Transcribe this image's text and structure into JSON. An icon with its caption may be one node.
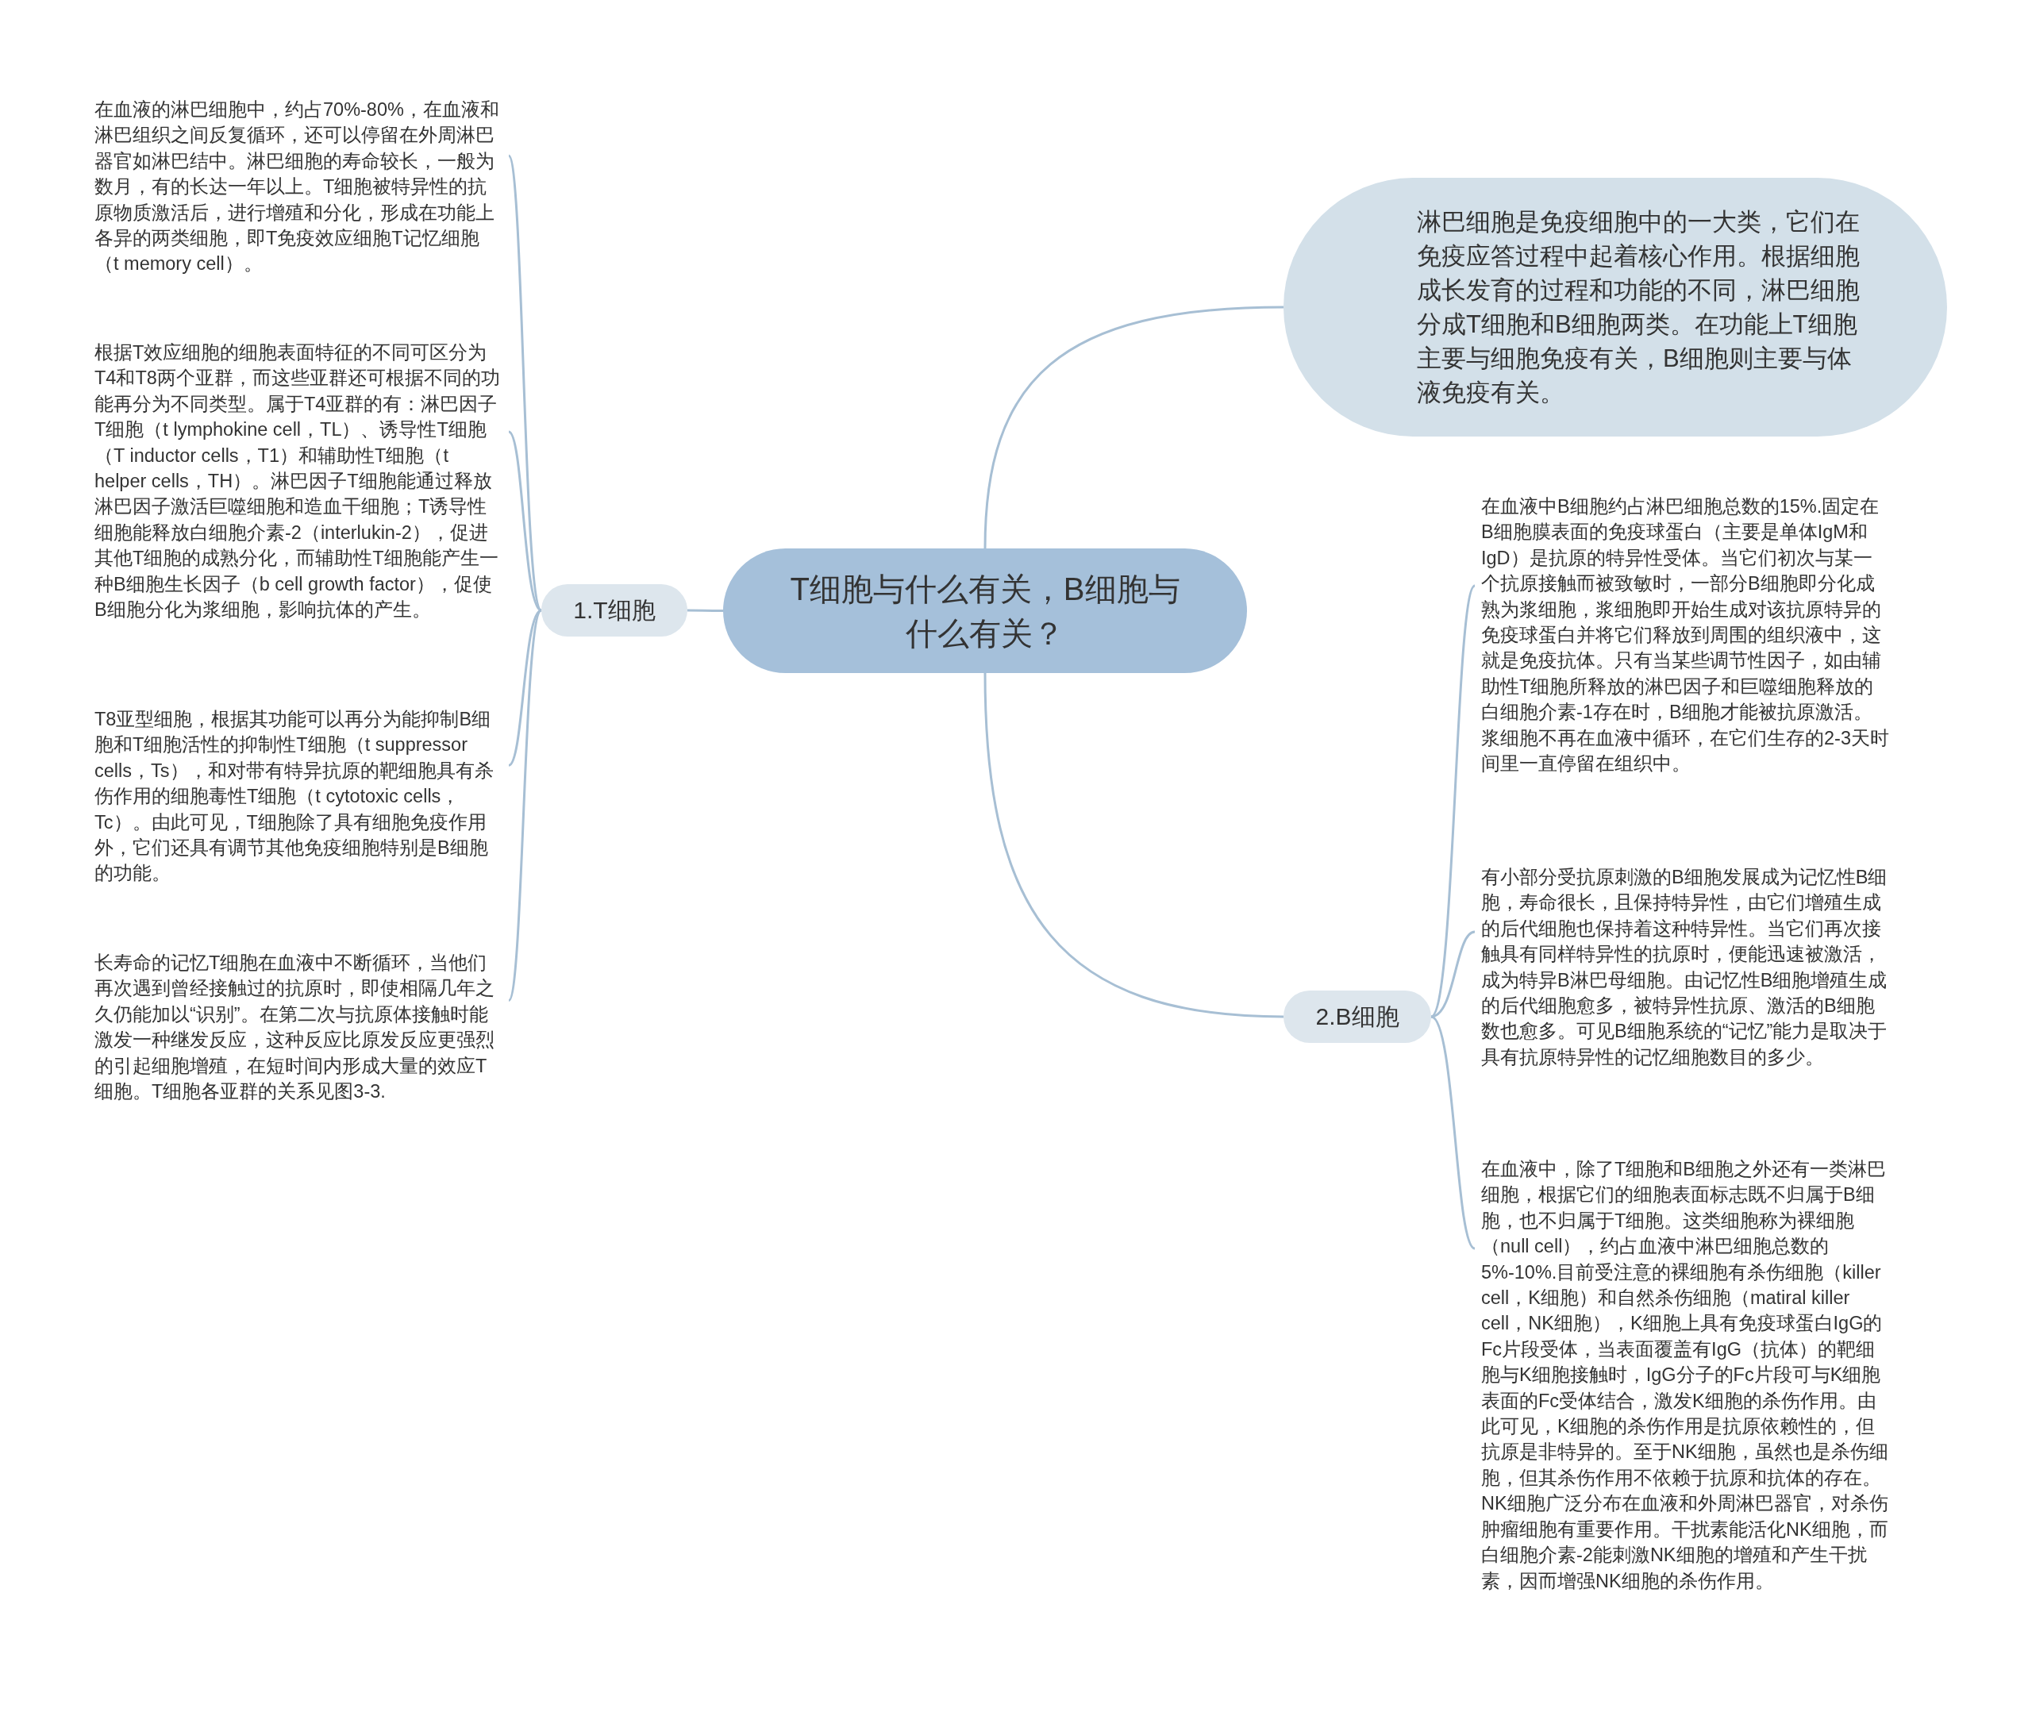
{
  "diagram": {
    "nodes": [
      {
        "text": [
          "T细胞与什么有关，B细胞与什么有关？"
        ]
      },
      {
        "text": [
          "淋巴细胞是免疫细胞中的一大类，它们在免疫应答过程中起着核心作用。根据细胞成长发育的过程和功能的不同，淋巴细胞分成T细胞和B细胞两类。在功能上T细胞主要与细胞免疫有关，B细胞则主要与体液免疫有关。"
        ]
      },
      {
        "text": [
          "1.T细胞"
        ]
      },
      {
        "text": [
          "在血液的淋巴细胞中，约占70%-80%，在血液和淋巴组织之间反复循环，还可以停留在外周淋巴器官如淋巴结中。淋巴细胞的寿命较长，一般为数月，有的长达一年以上。T细胞被特异性的抗原物质激活后，进行增殖和分化，形成在功能上各异的两类细胞，即T免疫效应细胞T记忆细胞（t memory cell）。"
        ]
      },
      {
        "text": [
          "根据T效应细胞的细胞表面特征的不同可区分为T4和T8两个亚群，而这些亚群还可根据不同的功能再分为不同类型。属于T4亚群的有：淋巴因子T细胞（t lymphokine cell，TL）、诱导性T细胞（T inductor cells，T1）和辅助性T细胞（t helper cells，TH）。淋巴因子T细胞能通过释放淋巴因子激活巨噬细胞和造血干细胞；T诱导性细胞能释放白细胞介素-2（interlukin-2），促进其他T细胞的成熟分化，而辅助性T细胞能产生一种B细胞生长因子（b cell growth factor），促使B细胞分化为浆细胞，影响抗体的产生。"
        ]
      },
      {
        "text": [
          "T8亚型细胞，根据其功能可以再分为能抑制B细胞和T细胞活性的抑制性T细胞（t suppressor cells，Ts），和对带有特异抗原的靶细胞具有杀伤作用的细胞毒性T细胞（t cytotoxic cells， Tc）。由此可见，T细胞除了具有细胞免疫作用外，它们还具有调节其他免疫细胞特别是B细胞的功能。"
        ]
      },
      {
        "text": [
          "长寿命的记忆T细胞在血液中不断循环，当他们再次遇到曾经接触过的抗原时，即使相隔几年之久仍能加以“识别”。在第二次与抗原体接触时能激发一种继发反应，这种反应比原发反应更强烈的引起细胞增殖，在短时间内形成大量的效应T细胞。T细胞各亚群的关系见图3-3."
        ]
      },
      {
        "text": [
          "2.B细胞"
        ]
      },
      {
        "text": [
          "在血液中B细胞约占淋巴细胞总数的15%.固定在B细胞膜表面的免疫球蛋白（主要是单体IgM和IgD）是抗原的特异性受体。当它们初次与某一个抗原接触而被致敏时，一部分B细胞即分化成熟为浆细胞，浆细胞即开始生成对该抗原特异的免疫球蛋白并将它们释放到周围的组织液中，这就是免疫抗体。只有当某些调节性因子，如由辅助性T细胞所释放的淋巴因子和巨噬细胞释放的白细胞介素-1存在时，B细胞才能被抗原激活。浆细胞不再在血液中循环，在它们生存的2-3天时间里一直停留在组织中。"
        ]
      },
      {
        "text": [
          "有小部分受抗原刺激的B细胞发展成为记忆性B细胞，寿命很长，且保持特异性，由它们增殖生成的后代细胞也保持着这种特异性。当它们再次接触具有同样特异性的抗原时，便能迅速被激活，成为特异B淋巴母细胞。由记忆性B细胞增殖生成的后代细胞愈多，被特异性抗原、激活的B细胞数也愈多。可见B细胞系统的“记忆”能力是取决于具有抗原特异性的记忆细胞数目的多少。"
        ]
      },
      {
        "text": [
          "在血液中，除了T细胞和B细胞之外还有一类淋巴细胞，根据它们的细胞表面标志既不归属于B细胞，也不归属于T细胞。这类细胞称为裸细胞（null cell），约占血液中淋巴细胞总数的5%-10%.目前受注意的裸细胞有杀伤细胞（killer cell，K细胞）和自然杀伤细胞（matiral killer cell，NK细胞），K细胞上具有免疫球蛋白IgG的Fc片段受体，当表面覆盖有IgG（抗体）的靶细胞与K细胞接触时，IgG分子的Fc片段可与K细胞表面的Fc受体结合，激发K细胞的杀伤作用。由此可见，K细胞的杀伤作用是抗原依赖性的，但抗原是非特异的。至于NK细胞，虽然也是杀伤细胞，但其杀伤作用不依赖于抗原和抗体的存在。NK细胞广泛分布在血液和外周淋巴器官，对杀伤肿瘤细胞有重要作用。干扰素能活化NK细胞，而白细胞介素-2能刺激NK细胞的增殖和产生干扰素，因而增强NK细胞的杀伤作用。"
        ]
      }
    ],
    "edges": [
      {
        "from": 0,
        "to": 1,
        "arrow": "none"
      },
      {
        "from": 0,
        "to": 2,
        "arrow": "none"
      },
      {
        "from": 2,
        "to": 3,
        "arrow": "none"
      },
      {
        "from": 2,
        "to": 4,
        "arrow": "none"
      },
      {
        "from": 2,
        "to": 5,
        "arrow": "none"
      },
      {
        "from": 2,
        "to": 6,
        "arrow": "none"
      },
      {
        "from": 0,
        "to": 7,
        "arrow": "none"
      },
      {
        "from": 7,
        "to": 8,
        "arrow": "none"
      },
      {
        "from": 7,
        "to": 9,
        "arrow": "none"
      },
      {
        "from": 7,
        "to": 10,
        "arrow": "none"
      }
    ]
  }
}
